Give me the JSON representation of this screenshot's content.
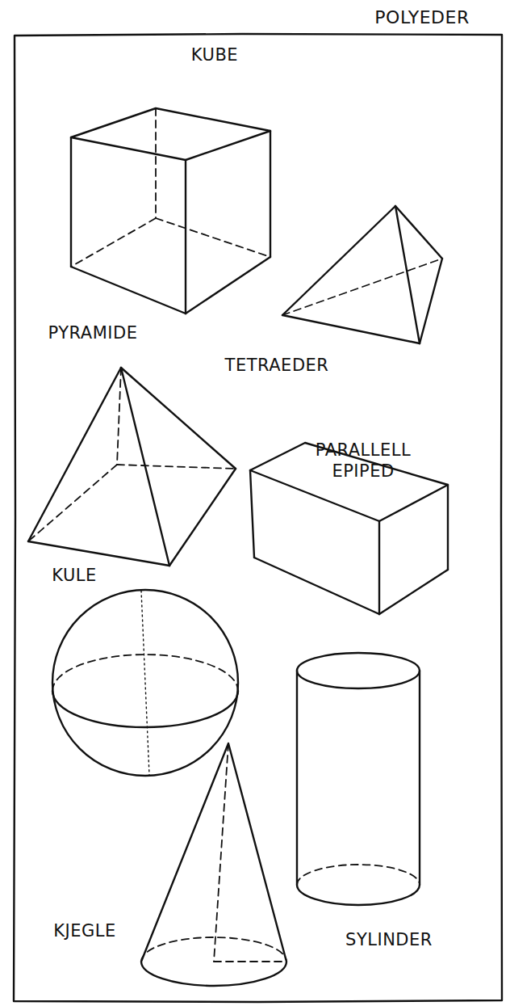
{
  "diagram": {
    "title": "POLYEDER",
    "labels": [
      "KUBE",
      "PYRAMIDE",
      "TETRAEDER",
      "PARALLELL EPIPED",
      "KULE",
      "KJEGLE",
      "SYLINDER"
    ]
  }
}
